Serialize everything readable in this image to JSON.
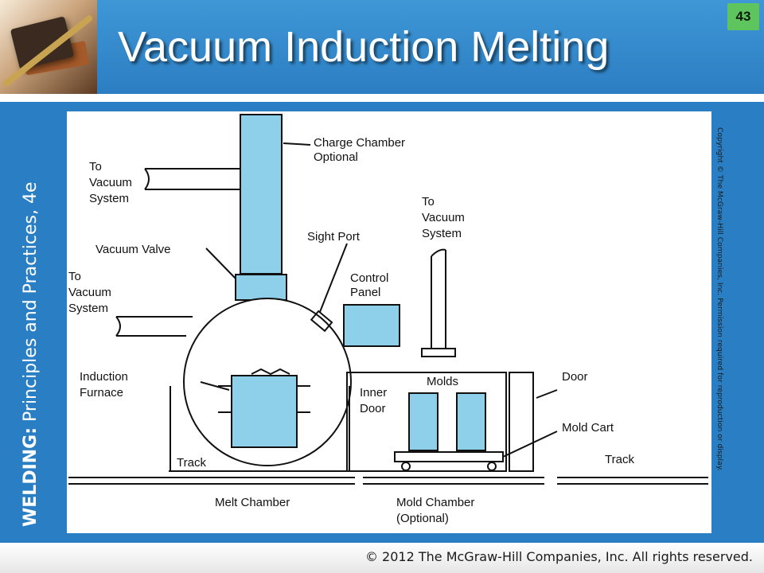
{
  "slide": {
    "title": "Vacuum Induction Melting",
    "page_number": "43",
    "book_title_bold": "WELDING:",
    "book_title_rest": " Principles and Practices, 4e",
    "footer": "© 2012 The McGraw-Hill Companies, Inc. All rights reserved."
  },
  "diagram": {
    "labels": {
      "charge_chamber_1": "Charge Chamber",
      "charge_chamber_2": "Optional",
      "to_vacuum_a1": "To",
      "to_vacuum_a2": "Vacuum",
      "to_vacuum_a3": "System",
      "vacuum_valve": "Vacuum Valve",
      "sight_port": "Sight Port",
      "to_vacuum_b1": "To",
      "to_vacuum_b2": "Vacuum",
      "to_vacuum_b3": "System",
      "to_vacuum_c1": "To",
      "to_vacuum_c2": "Vacuum",
      "to_vacuum_c3": "System",
      "control_panel_1": "Control",
      "control_panel_2": "Panel",
      "induction_furnace_1": "Induction",
      "induction_furnace_2": "Furnace",
      "molds": "Molds",
      "inner_door_1": "Inner",
      "inner_door_2": "Door",
      "door": "Door",
      "mold_cart": "Mold Cart",
      "track_left": "Track",
      "track_right": "Track",
      "melt_chamber": "Melt Chamber",
      "mold_chamber_1": "Mold Chamber",
      "mold_chamber_2": "(Optional)"
    },
    "copyright": "Copyright © The McGraw-Hill Companies, Inc. Permission required for reproduction or display."
  },
  "colors": {
    "accent_blue": "#2a7fc4",
    "fill_blue": "#8ecfea",
    "badge_green": "#5ec45e"
  }
}
